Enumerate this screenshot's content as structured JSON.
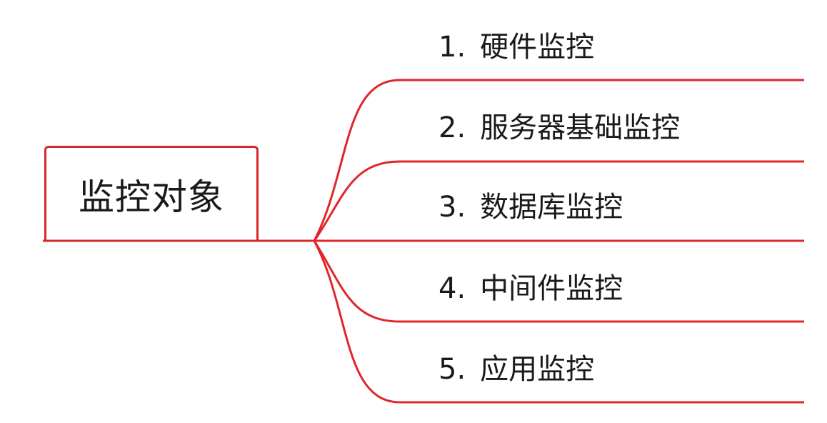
{
  "root": {
    "label": "监控对象"
  },
  "branches": [
    {
      "number": "1.",
      "label": "硬件监控"
    },
    {
      "number": "2.",
      "label": "服务器基础监控"
    },
    {
      "number": "3.",
      "label": "数据库监控"
    },
    {
      "number": "4.",
      "label": "中间件监控"
    },
    {
      "number": "5.",
      "label": "应用监控"
    }
  ],
  "colors": {
    "line": "#e0262a",
    "text": "#1a1a1a"
  }
}
